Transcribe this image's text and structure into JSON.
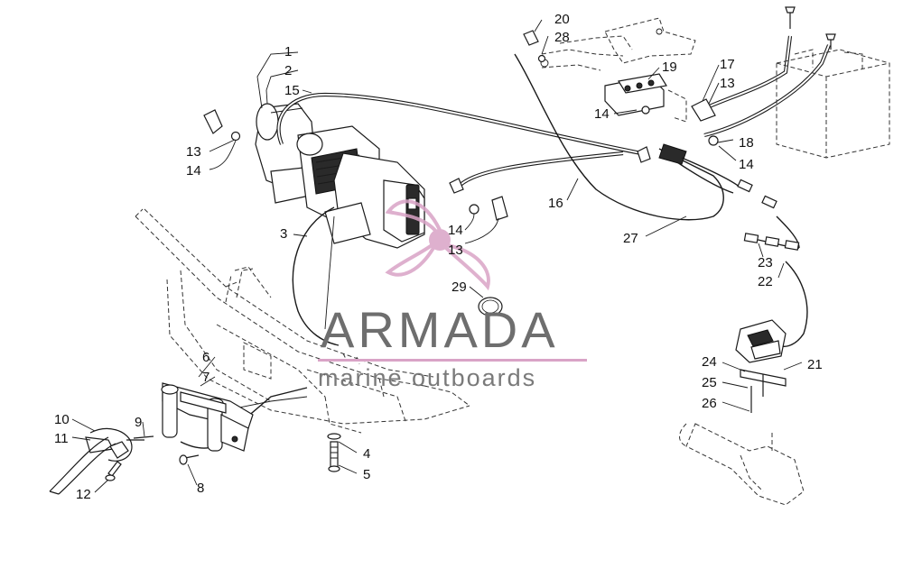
{
  "diagram": {
    "callouts": [
      "1",
      "2",
      "15",
      "13",
      "14",
      "3",
      "20",
      "28",
      "19",
      "17",
      "13",
      "14",
      "18",
      "14",
      "16",
      "27",
      "14",
      "13",
      "29",
      "23",
      "22",
      "21",
      "24",
      "25",
      "26",
      "6",
      "7",
      "9",
      "10",
      "11",
      "12",
      "8",
      "4",
      "5"
    ]
  },
  "watermark": {
    "brand": "ARMADA",
    "tagline": "marine outboards",
    "accent_color": "#d9a3c6",
    "brand_color": "#6e6e6e"
  }
}
